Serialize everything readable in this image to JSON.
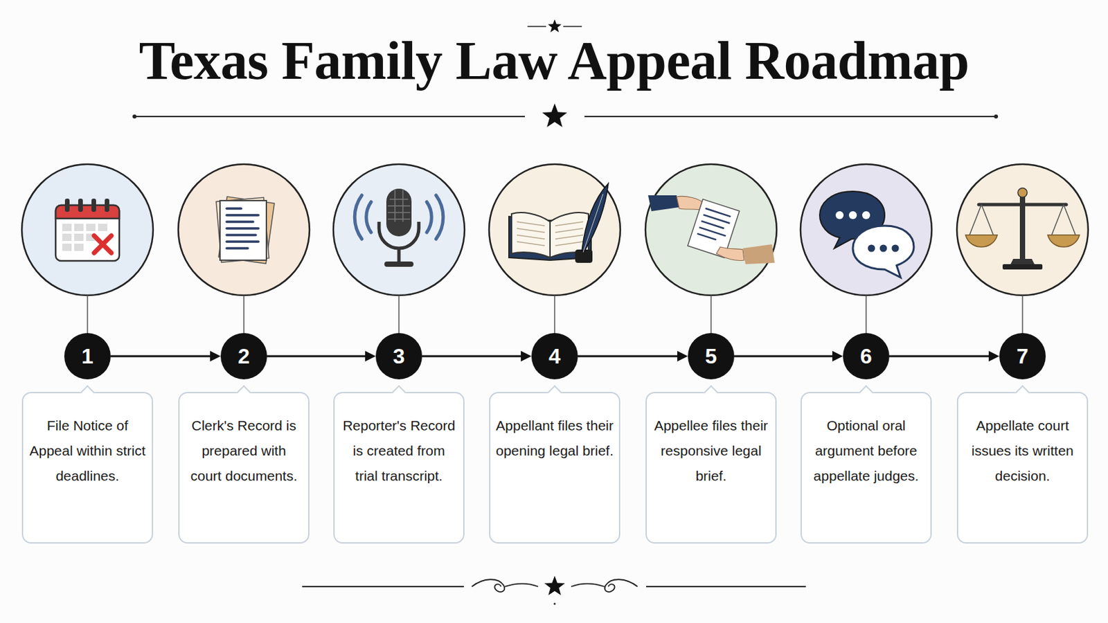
{
  "diagram": {
    "title": "Texas Family Law Appeal Roadmap",
    "nodes": [
      {
        "text": [
          "1"
        ]
      },
      {
        "text": [
          "2"
        ]
      },
      {
        "text": [
          "3"
        ]
      },
      {
        "text": [
          "4"
        ]
      },
      {
        "text": [
          "5"
        ]
      },
      {
        "text": [
          "6"
        ]
      },
      {
        "text": [
          "7"
        ]
      },
      {
        "text": [
          "File Notice of Appeal within strict deadlines."
        ]
      },
      {
        "text": [
          "Clerk's Record is prepared with court documents."
        ]
      },
      {
        "text": [
          "Reporter's Record is created from trial transcript."
        ]
      },
      {
        "text": [
          "Appellant files their opening legal brief."
        ]
      },
      {
        "text": [
          "Appellee files their responsive legal brief."
        ]
      },
      {
        "text": [
          "Optional oral argument before appellate judges."
        ]
      },
      {
        "text": [
          "Appellate court issues its written decision."
        ]
      }
    ],
    "edges": [
      {
        "from": 0,
        "to": 1,
        "arrow": "to"
      },
      {
        "from": 1,
        "to": 2,
        "arrow": "to"
      },
      {
        "from": 2,
        "to": 3,
        "arrow": "to"
      },
      {
        "from": 3,
        "to": 4,
        "arrow": "to"
      },
      {
        "from": 4,
        "to": 5,
        "arrow": "to"
      },
      {
        "from": 5,
        "to": 6,
        "arrow": "to"
      }
    ]
  }
}
